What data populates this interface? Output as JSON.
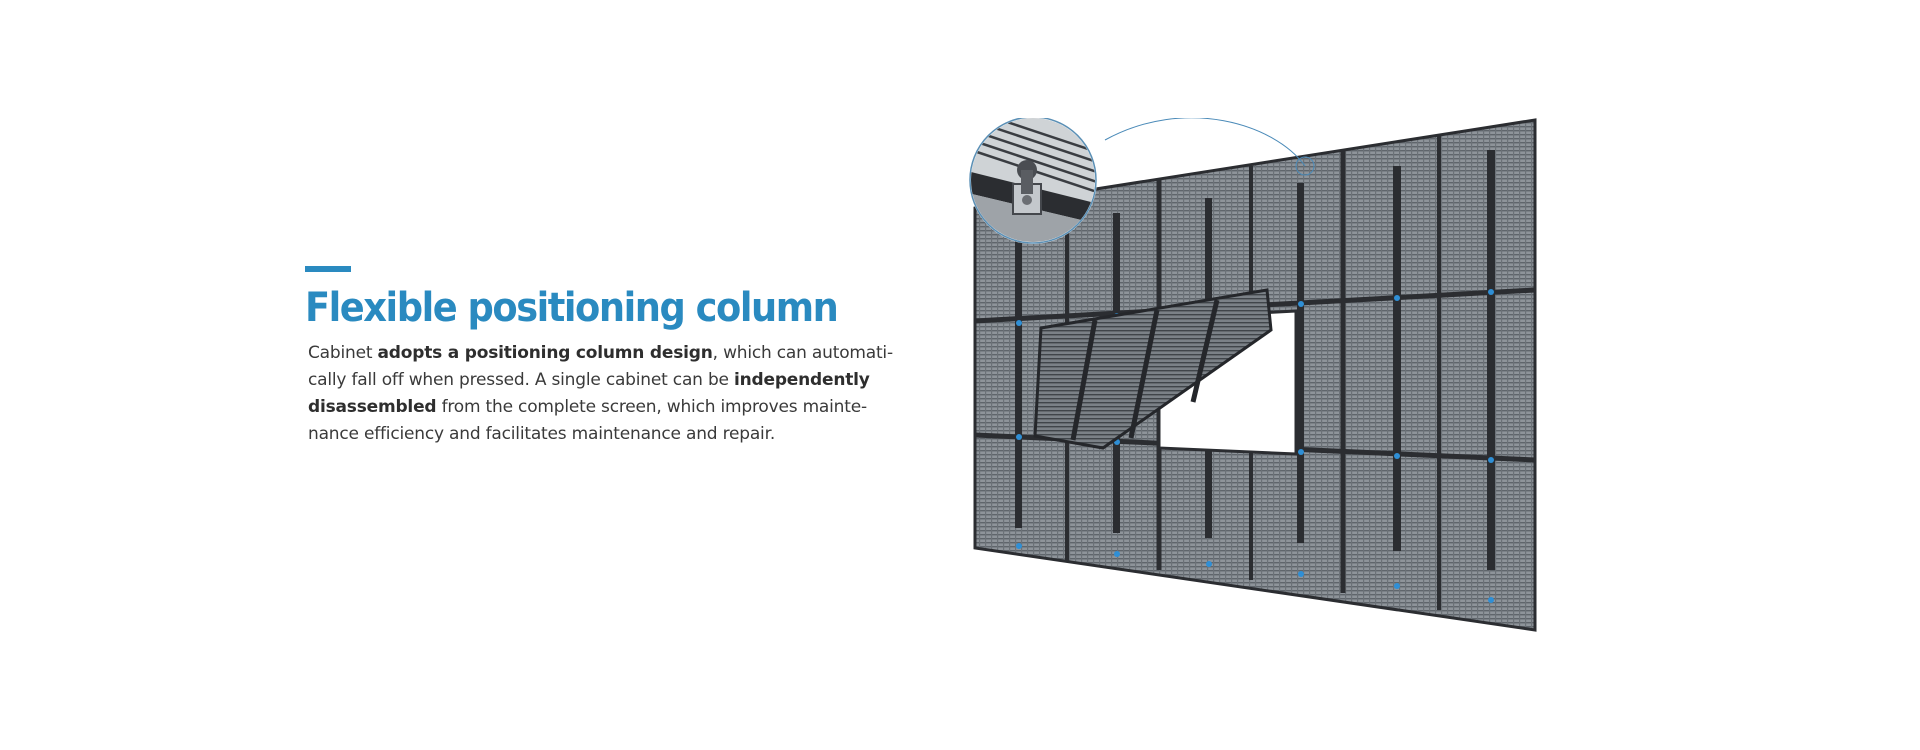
{
  "heading": {
    "title": "Flexible positioning column"
  },
  "description": {
    "t1": "Cabinet ",
    "b1": "adopts a positioning column design",
    "t2": ", which can automati-cally fall off when pressed. A single cabinet can be ",
    "b2": "independently disassembled",
    "t3": " from the complete screen, which improves mainte-nance efficiency and facilitates maintenance and repair."
  },
  "colors": {
    "accent": "#2a8ac0",
    "body_text": "#3a3a3a",
    "cabinet_frame": "#2b2d31",
    "cabinet_mesh": "#9aa0a6",
    "connector": "#2f8fd6"
  },
  "illustration": {
    "subject": "led-cabinet-wall",
    "icons": [
      "magnifier-detail-icon",
      "positioning-column-icon"
    ]
  }
}
